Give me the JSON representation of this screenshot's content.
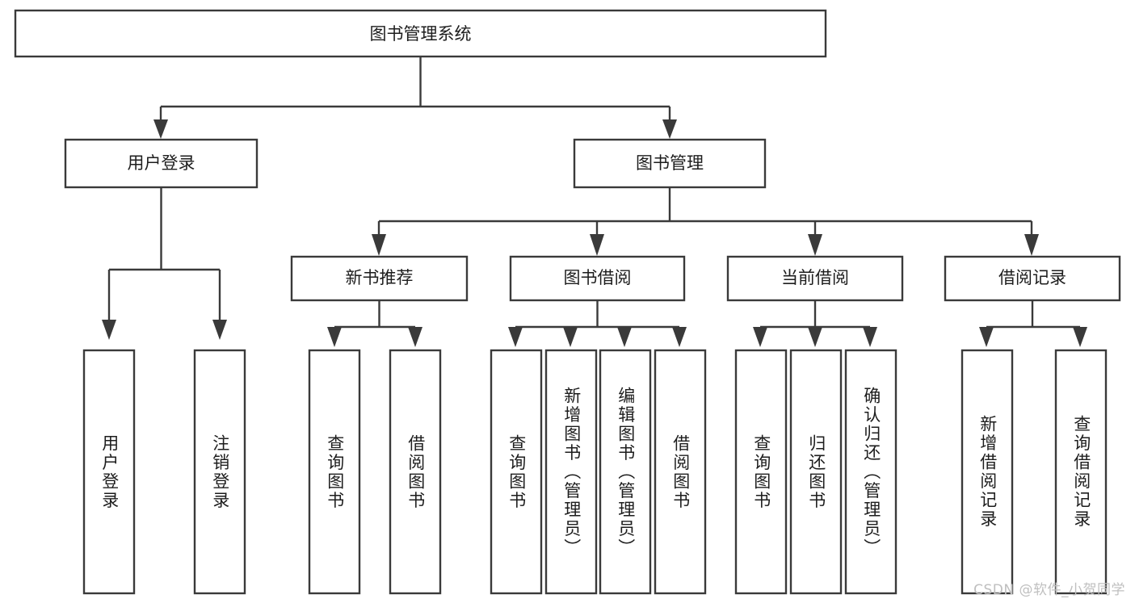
{
  "diagram": {
    "title": "图书管理系统",
    "type": "tree",
    "orientation": "top-down",
    "colors": {
      "box_stroke": "#3a3a3a",
      "box_fill": "#ffffff",
      "text": "#1d1d1d",
      "connector": "#3a3a3a",
      "background": "#ffffff",
      "watermark": "#bfbfbf"
    },
    "root": {
      "label": "图书管理系统",
      "name": "node-root-system"
    },
    "level2": [
      {
        "label": "用户登录",
        "name": "node-user-login"
      },
      {
        "label": "图书管理",
        "name": "node-book-management"
      }
    ],
    "level3": [
      {
        "label": "新书推荐",
        "name": "node-new-book-recommend"
      },
      {
        "label": "图书借阅",
        "name": "node-book-borrow"
      },
      {
        "label": "当前借阅",
        "name": "node-current-borrow"
      },
      {
        "label": "借阅记录",
        "name": "node-borrow-record"
      }
    ],
    "leaves": {
      "user_login": [
        {
          "label": "用户登录",
          "name": "leaf-user-login"
        },
        {
          "label": "注销登录",
          "name": "leaf-logout-login"
        }
      ],
      "new_book_recommend": [
        {
          "label": "查询图书",
          "name": "leaf-query-book-1"
        },
        {
          "label": "借阅图书",
          "name": "leaf-borrow-book-1"
        }
      ],
      "book_borrow": [
        {
          "label": "查询图书",
          "name": "leaf-query-book-2"
        },
        {
          "label": "新增图书（管理员）",
          "name": "leaf-add-book-admin"
        },
        {
          "label": "编辑图书（管理员）",
          "name": "leaf-edit-book-admin"
        },
        {
          "label": "借阅图书",
          "name": "leaf-borrow-book-2"
        }
      ],
      "current_borrow": [
        {
          "label": "查询图书",
          "name": "leaf-query-book-3"
        },
        {
          "label": "归还图书",
          "name": "leaf-return-book"
        },
        {
          "label": "确认归还（管理员）",
          "name": "leaf-confirm-return-admin"
        }
      ],
      "borrow_record": [
        {
          "label": "新增借阅记录",
          "name": "leaf-add-borrow-record"
        },
        {
          "label": "查询借阅记录",
          "name": "leaf-query-borrow-record"
        }
      ]
    }
  },
  "watermark": {
    "text": "CSDN @软件_小贺同学"
  }
}
